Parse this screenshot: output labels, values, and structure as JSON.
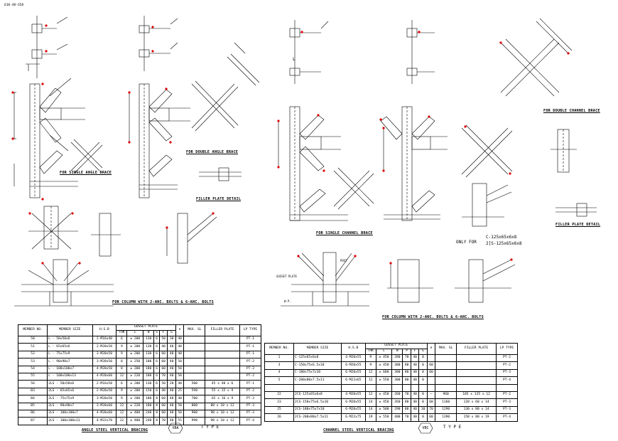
{
  "drawing_ref": "610-40-G58",
  "captions": {
    "single_angle": "FOR SINGLE ANGLE BRACE",
    "double_angle": "FOR DOUBLE ANGLE BRACE",
    "filler_left": "FILLER PLATE DETAIL",
    "column_left": "FOR COLUMN WITH 2-ANC. BOLTS & 6-ANC. BOLTS",
    "single_channel": "FOR SINGLE CHANNEL BRACE",
    "double_channel": "FOR DOUBLE CHANNEL BRACE",
    "filler_right": "FILLER PLATE DETAIL",
    "column_right": "FOR COLUMN WITH 2-ANC. BOLTS & 6-ANC. BOLTS",
    "only_for": "ONLY FOR",
    "only_for_1": "C-125x65x6x8",
    "only_for_2": "2[S-125x65x6x8",
    "gusset": "GUSSET PLATE",
    "post": "POST",
    "wp": "W.P.",
    "l_mark": "L"
  },
  "angle_table": {
    "title": "ANGLE STEEL VERTICAL BRACING",
    "type_word": "T Y P E",
    "badge": "VBA",
    "head_top": [
      "MEMBER NO.",
      "MEMBER SIZE",
      "H.S.B",
      "GUSSET PLATE",
      "e",
      "MAX. SL",
      "FILLER PLATE",
      "LP TYPE"
    ],
    "head_sub": [
      "THK",
      "L",
      "W",
      "S",
      "F",
      "G"
    ],
    "rows": [
      [
        "50",
        "L - 50x50x6",
        "2-M16x40",
        "6",
        "≥ 200",
        "130",
        "6",
        "50",
        "30",
        "40",
        "",
        "",
        "PT-1"
      ],
      [
        "51",
        "L - 65x65x6",
        "2-M20x50",
        "9",
        "≥ 200",
        "130",
        "6",
        "40",
        "40",
        "40",
        "",
        "",
        "PT-1"
      ],
      [
        "52",
        "L - 75x75x9",
        "3-M20x50",
        "9",
        "≥ 200",
        "130",
        "6",
        "60",
        "40",
        "40",
        "",
        "",
        "PT-1"
      ],
      [
        "53",
        "L - 90x90x7",
        "3-M20x50",
        "8",
        "≥ 250",
        "180",
        "6",
        "60",
        "40",
        "50",
        "",
        "",
        "PT-2"
      ],
      [
        "54",
        "L - 100x100x7",
        "4-M20x50",
        "8",
        "≥ 200",
        "180",
        "6",
        "60",
        "40",
        "50",
        "",
        "",
        "PT-2"
      ],
      [
        "55",
        "L - 100x100x13",
        "4-M20x60",
        "12",
        "≥ 220",
        "180",
        "6",
        "70",
        "40",
        "50",
        "",
        "",
        "PT-2"
      ],
      [
        "56",
        "2LS - 50x50x6",
        "2-M16x50",
        "6",
        "≥ 200",
        "130",
        "6",
        "50",
        "20",
        "40",
        "500",
        "45 x 40 x 6",
        "PT-1"
      ],
      [
        "B3",
        "2LS - 65x65x6",
        "2-M20x50",
        "9",
        "≥ 200",
        "150",
        "6",
        "40",
        "40",
        "25",
        "590",
        "55 x 15 x 9",
        "PT-2"
      ],
      [
        "B4",
        "2LS - 75x75x9",
        "3-M20x50",
        "9",
        "≥ 200",
        "180",
        "8",
        "60",
        "40",
        "40",
        "700",
        "65 x 16 x 9",
        "PT-3"
      ],
      [
        "B5",
        "2LS - 90x90x7",
        "3-M20x60",
        "12",
        "≥ 220",
        "180",
        "8",
        "60",
        "40",
        "50",
        "800",
        "80 x 10 x 12",
        "PT-3"
      ],
      [
        "B6",
        "2LS - 100x100x7",
        "4-M20x60",
        "12",
        "≥ 400",
        "240",
        "8",
        "60",
        "40",
        "50",
        "900",
        "90 x 10 x 12",
        "PT-3"
      ],
      [
        "B7",
        "2LS - 100x100x13",
        "4-M22x70",
        "12",
        "≥ 400",
        "240",
        "8",
        "70",
        "40",
        "55",
        "990",
        "90 x 10 x 12",
        "PT-4"
      ]
    ]
  },
  "channel_table": {
    "title": "CHANNEL STEEL VERTICAL BRACING",
    "type_word": "T Y P E",
    "badge": "VBC",
    "head_top": [
      "MEMBER NO.",
      "MEMBER SIZE",
      "H.S.B",
      "GUSSET PLATE",
      "e",
      "MAX. SL",
      "FILLER PLATE",
      "LP TYPE"
    ],
    "head_sub": [
      "THK",
      "L",
      "W",
      "P",
      "F",
      "G"
    ],
    "rows": [
      [
        "1",
        "C-125x65x6x8",
        "4-M20x55",
        "9",
        "≥ 450",
        "280",
        "70",
        "40",
        "0",
        "",
        "",
        "",
        "PT-2"
      ],
      [
        "3",
        "C-150x75x6.5x10",
        "6-M20x55",
        "9",
        "≥ 450",
        "300",
        "80",
        "40",
        "0",
        "60",
        "",
        "",
        "PT-2"
      ],
      [
        "4",
        "C-180x75x7x10",
        "6-M20x55",
        "12",
        "≥ 600",
        "300",
        "80",
        "40",
        "0",
        "60",
        "",
        "",
        "PT-3"
      ],
      [
        "5",
        "C-200x80x7.5x11",
        "6-M22x65",
        "12",
        "≥ 550",
        "300",
        "80",
        "40",
        "0",
        "",
        "",
        "",
        "PT-4"
      ],
      [
        "",
        "",
        "",
        "",
        "",
        "",
        "",
        "",
        "",
        "",
        "",
        "",
        ""
      ],
      [
        "22",
        "2CS-125x65x6x8",
        "4-M20x55",
        "12",
        "≥ 450",
        "260",
        "70",
        "40",
        "0",
        "–",
        "960",
        "105 x 135 x 12",
        "PT-2"
      ],
      [
        "23",
        "2CS-150x75x6.5x10",
        "6-M20x55",
        "14",
        "≥ 450",
        "260",
        "80",
        "40",
        "0",
        "60",
        "1160",
        "120 x 60 x 14",
        "PT-3"
      ],
      [
        "25",
        "2CS-180x75x7x10",
        "6-M20x55",
        "14",
        "≥ 500",
        "290",
        "80",
        "40",
        "10",
        "70",
        "1290",
        "130 x 80 x 14",
        "PT-3"
      ],
      [
        "26",
        "2CS-200x80x7.5x11",
        "6-M22x75",
        "19",
        "≥ 550",
        "400",
        "70",
        "40",
        "0",
        "60",
        "1390",
        "150 x 80 x 19",
        "PT-4"
      ]
    ]
  }
}
